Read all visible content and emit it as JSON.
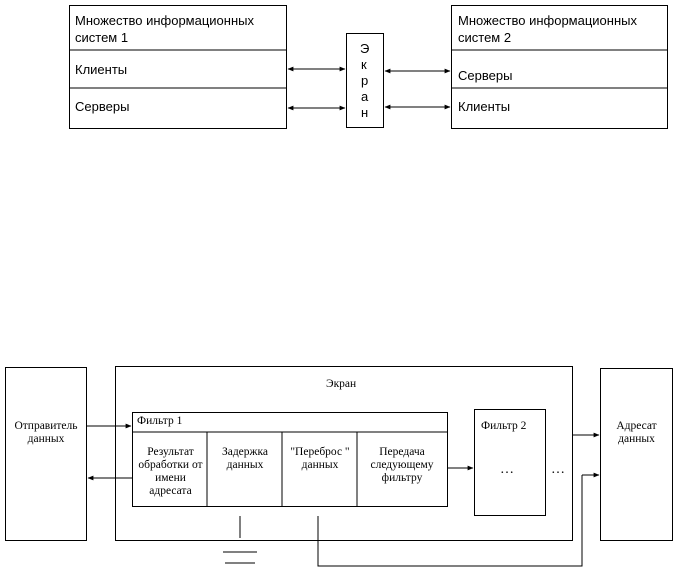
{
  "top": {
    "left_title": "Множество информационных систем 1",
    "left_clients": "Клиенты",
    "left_servers": "Серверы",
    "screen_letters": [
      "Э",
      "к",
      "р",
      "а",
      "н"
    ],
    "right_title": "Множество информационных систем 2",
    "right_servers": "Серверы",
    "right_clients": "Клиенты"
  },
  "bottom": {
    "sender": "Отправитель данных",
    "screen_title": "Экран",
    "filter1": "Фильтр 1",
    "cells": [
      "Результат обработки от имени адресата",
      "Задержка данных",
      "\"Переброс \" данных",
      "Передача следующему фильтру"
    ],
    "filter2": "Фильтр 2",
    "dots1": "…",
    "dots2": "…",
    "receiver": "Адресат данных"
  }
}
